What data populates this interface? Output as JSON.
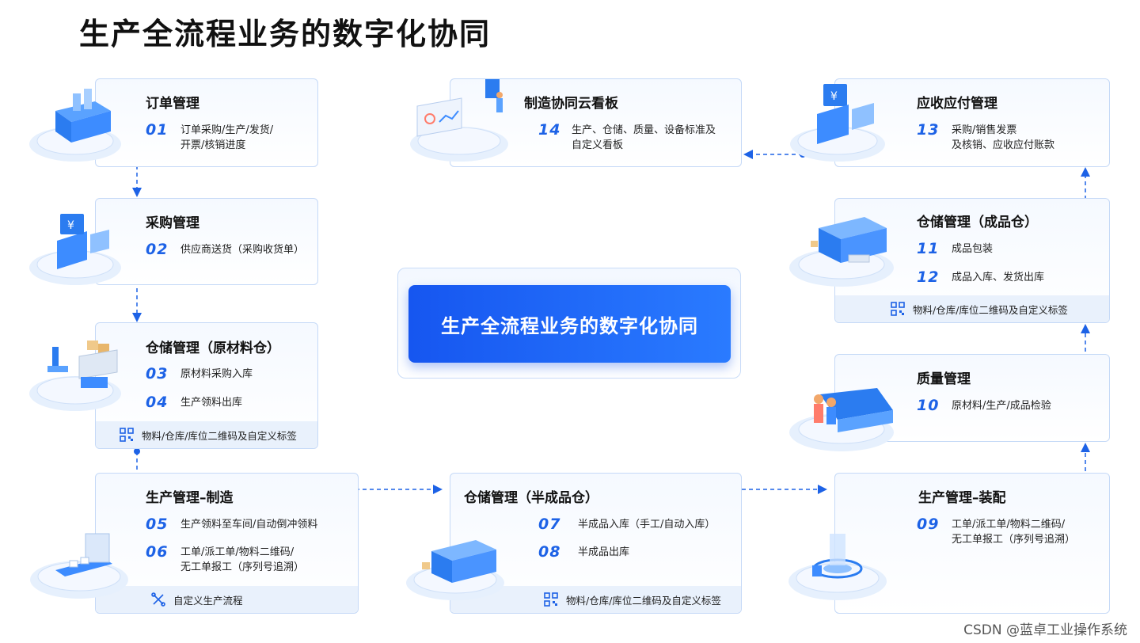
{
  "title": "生产全流程业务的数字化协同",
  "center_label": "生产全流程业务的数字化协同",
  "watermark": "CSDN @蓝卓工业操作系统",
  "colors": {
    "accent": "#1d62e6",
    "card_border": "#c5d9f7",
    "footer_bg": "#e9f1fc",
    "center_bg": "#1656f0"
  },
  "cards": {
    "order": {
      "title": "订单管理",
      "steps": [
        {
          "num": "01",
          "text": "订单采购/生产/发货/\n开票/核销进度"
        }
      ]
    },
    "purchase": {
      "title": "采购管理",
      "steps": [
        {
          "num": "02",
          "text": "供应商送货（采购收货单）"
        }
      ]
    },
    "raw_wh": {
      "title": "仓储管理（原材料仓）",
      "steps": [
        {
          "num": "03",
          "text": "原材料采购入库"
        },
        {
          "num": "04",
          "text": "生产领料出库"
        }
      ],
      "footer": "物料/仓库/库位二维码及自定义标签",
      "footer_icon": "qr-code-icon"
    },
    "mfg": {
      "title": "生产管理–制造",
      "steps": [
        {
          "num": "05",
          "text": "生产领料至车间/自动倒冲领料"
        },
        {
          "num": "06",
          "text": "工单/派工单/物料二维码/\n无工单报工（序列号追溯）"
        }
      ],
      "footer": "自定义生产流程",
      "footer_icon": "workflow-icon"
    },
    "semi_wh": {
      "title": "仓储管理（半成品仓）",
      "steps": [
        {
          "num": "07",
          "text": "半成品入库（手工/自动入库）"
        },
        {
          "num": "08",
          "text": "半成品出库"
        }
      ],
      "footer": "物料/仓库/库位二维码及自定义标签",
      "footer_icon": "qr-code-icon"
    },
    "assembly": {
      "title": "生产管理–装配",
      "steps": [
        {
          "num": "09",
          "text": "工单/派工单/物料二维码/\n无工单报工（序列号追溯）"
        }
      ]
    },
    "quality": {
      "title": "质量管理",
      "steps": [
        {
          "num": "10",
          "text": "原材料/生产/成品检验"
        }
      ]
    },
    "fg_wh": {
      "title": "仓储管理（成品仓）",
      "steps": [
        {
          "num": "11",
          "text": "成品包装"
        },
        {
          "num": "12",
          "text": "成品入库、发货出库"
        }
      ],
      "footer": "物料/仓库/库位二维码及自定义标签",
      "footer_icon": "qr-code-icon"
    },
    "ar_ap": {
      "title": "应收应付管理",
      "steps": [
        {
          "num": "13",
          "text": "采购/销售发票\n及核销、应收应付账款"
        }
      ]
    },
    "dashboard": {
      "title": "制造协同云看板",
      "steps": [
        {
          "num": "14",
          "text": "生产、仓储、质量、设备标准及\n自定义看板"
        }
      ]
    }
  }
}
